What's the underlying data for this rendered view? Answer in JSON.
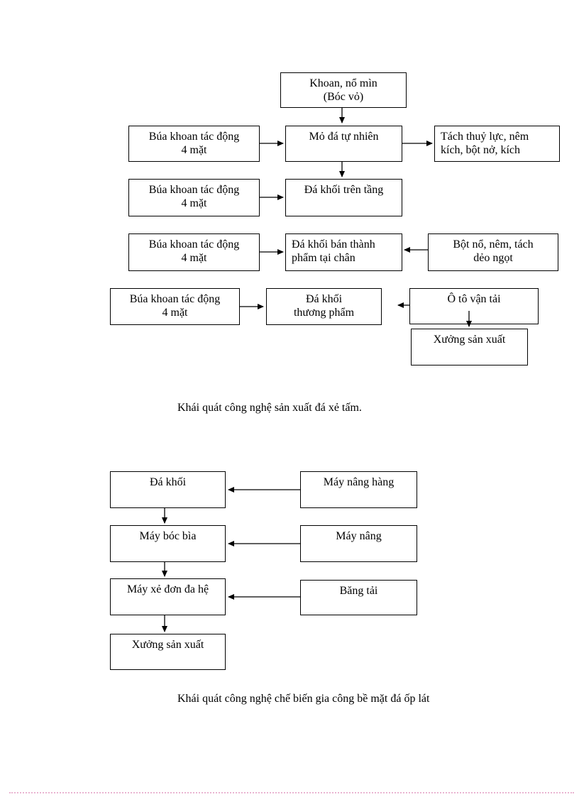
{
  "page": {
    "background": "#ffffff",
    "line_color": "#000000",
    "dotted_rule_color": "#eab5d2"
  },
  "diagram1": {
    "caption": "Khái quát công nghệ sản xuất đá xẻ tấm.",
    "top_box": "Khoan, nổ mìn\n(Bóc vỏ)",
    "rows": [
      {
        "left": "Búa khoan tác động\n4 mặt",
        "center": "Mỏ đá tự nhiên",
        "right": "Tách thuỷ lực, nêm\nkích, bột nở, kích"
      },
      {
        "left": "Búa khoan tác động\n4 mặt",
        "center": "Đá khối trên tầng"
      },
      {
        "left": "Búa khoan tác động\n4 mặt",
        "center": "Đá khối bán thành\nphẩm tại chân",
        "right": "Bột nổ, nêm, tách\ndẻo ngọt"
      },
      {
        "left": "Búa khoan tác động\n4 mặt",
        "center": "Đá khối\nthương phẩm",
        "right": "Ô tô vận tải"
      }
    ],
    "workshop_box": "Xưởng sản xuất"
  },
  "diagram2": {
    "caption": "Khái quát công nghệ chế biến gia công bề mặt đá ốp lát",
    "rows": [
      {
        "left": "Đá khối",
        "right": "Máy nâng hàng"
      },
      {
        "left": "Máy bóc bìa",
        "right": "Máy nâng"
      },
      {
        "left": "Máy xẻ đơn đa hệ",
        "right": "Băng tải"
      },
      {
        "left": "Xưởng sản xuất"
      }
    ]
  }
}
